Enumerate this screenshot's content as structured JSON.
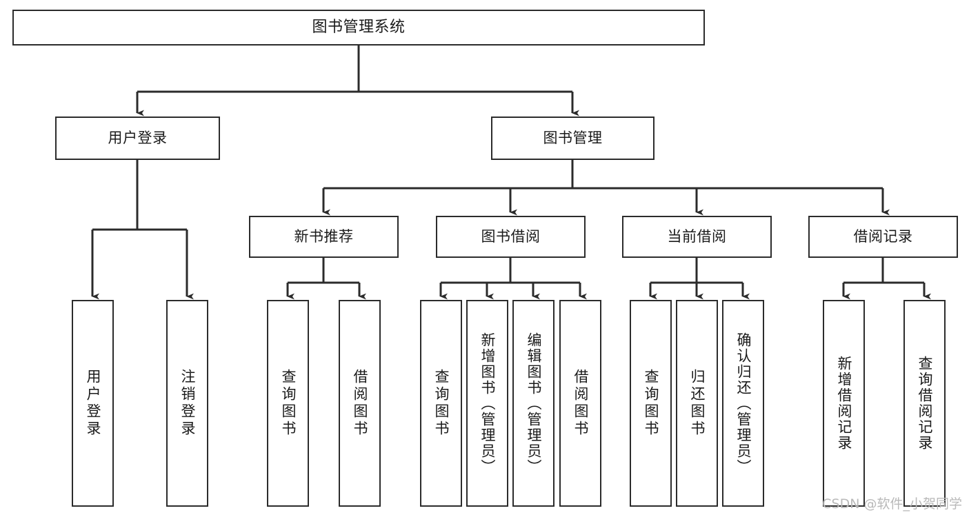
{
  "diagram": {
    "type": "tree",
    "title": "图书管理系统",
    "watermark": "CSDN @软件_小贺同学",
    "colors": {
      "box_border": "#2b2b2b",
      "box_fill": "#ffffff",
      "connector": "#2b2b2b",
      "text": "#1a1a1a",
      "watermark": "#b9b9b9"
    },
    "nodes": {
      "root": {
        "label": "图书管理系统"
      },
      "level2": [
        {
          "label": "用户登录"
        },
        {
          "label": "图书管理"
        }
      ],
      "level3": [
        {
          "label": "新书推荐"
        },
        {
          "label": "图书借阅"
        },
        {
          "label": "当前借阅"
        },
        {
          "label": "借阅记录"
        }
      ],
      "leaves": {
        "user_login": [
          {
            "label": "用户登录"
          },
          {
            "label": "注销登录"
          }
        ],
        "new_book_recommend": [
          {
            "label": "查询图书"
          },
          {
            "label": "借阅图书"
          }
        ],
        "book_borrow": [
          {
            "label": "查询图书"
          },
          {
            "label": "新增图书（管理员）"
          },
          {
            "label": "编辑图书（管理员）"
          },
          {
            "label": "借阅图书"
          }
        ],
        "current_borrow": [
          {
            "label": "查询图书"
          },
          {
            "label": "归还图书"
          },
          {
            "label": "确认归还（管理员）"
          }
        ],
        "borrow_record": [
          {
            "label": "新增借阅记录"
          },
          {
            "label": "查询借阅记录"
          }
        ]
      }
    }
  }
}
